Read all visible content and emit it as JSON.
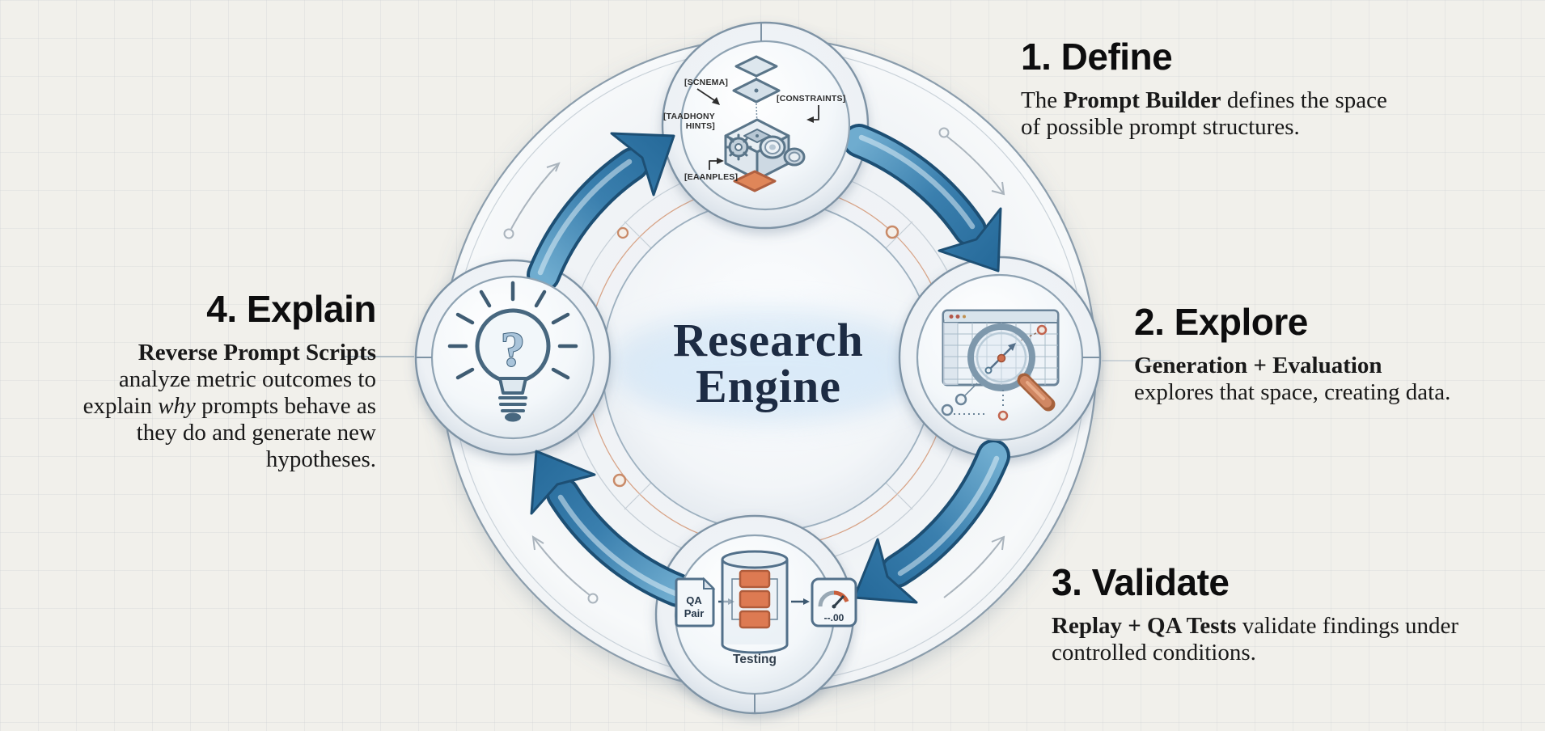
{
  "center": {
    "line1": "Research",
    "line2": "Engine"
  },
  "steps": [
    {
      "title": "1. Define",
      "body_pre": "The ",
      "body_bold": "Prompt Builder",
      "body_post": " defines the space of possible prompt structures."
    },
    {
      "title": "2. Explore",
      "body_bold": "Generation + Evaluation",
      "body_post": "explores that space, creating data."
    },
    {
      "title": "3. Validate",
      "body_bold": "Replay + QA Tests",
      "body_post": " validate findings under controlled conditions."
    },
    {
      "title": "4. Explain",
      "body_bold": "Reverse Prompt Scripts",
      "body_mid": "analyze metric outcomes to explain ",
      "body_italic": "why",
      "body_post": " prompts behave as they do and generate new hypotheses."
    }
  ],
  "icons": {
    "define": {
      "label_schema": "[SCNEMA]",
      "label_constraints": "[CONSTRAINTS]",
      "label_taxonomy_1": "[TAADHONY",
      "label_taxonomy_2": "HINTS]",
      "label_examples": "[EAANPLES]"
    },
    "validate": {
      "doc_line1": "QA",
      "doc_line2": "Pair",
      "gauge_value": "--.00",
      "caption": "Testing"
    },
    "explain": {
      "qmark": "?"
    }
  },
  "colors": {
    "background": "#f1f0eb",
    "arrow_blue_dark": "#1d4f74",
    "arrow_blue_mid": "#2f74a4",
    "arrow_blue_light": "#6faccf",
    "accent_orange": "#dd7a52",
    "ring_stroke": "#8b9dac",
    "title_navy": "#1d2c44"
  }
}
